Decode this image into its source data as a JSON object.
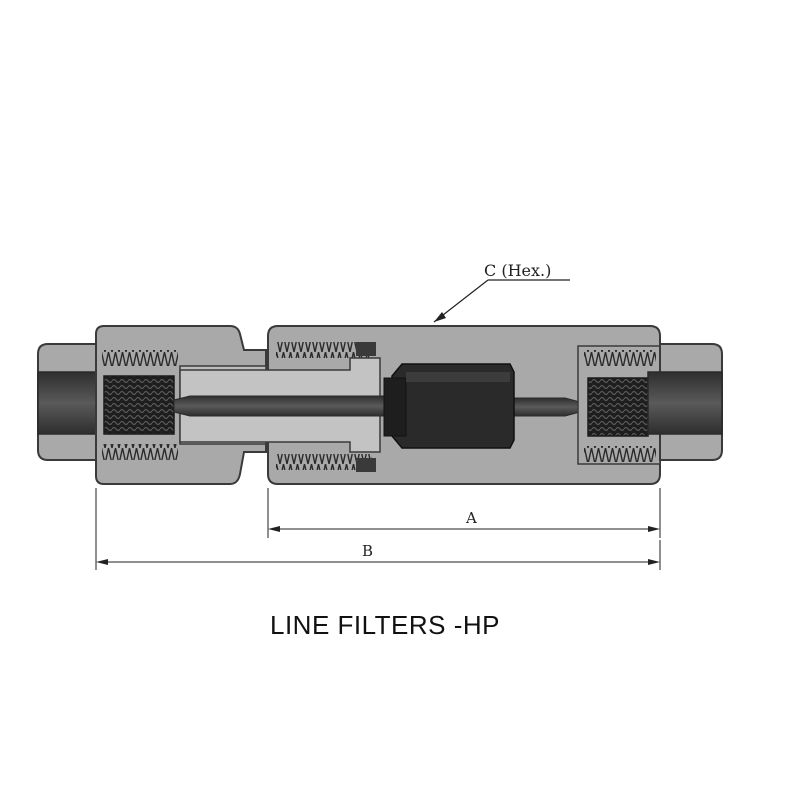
{
  "callout": {
    "hex_label": "C (Hex.)"
  },
  "dimensions": {
    "a_label": "A",
    "b_label": "B"
  },
  "caption": "LINE FILTERS -HP",
  "colors": {
    "body_fill": "#a9a9a9",
    "body_outline": "#3a3a3a",
    "bore_dark": "#4a4a4a",
    "element_fill": "#262626",
    "line": "#222222"
  }
}
